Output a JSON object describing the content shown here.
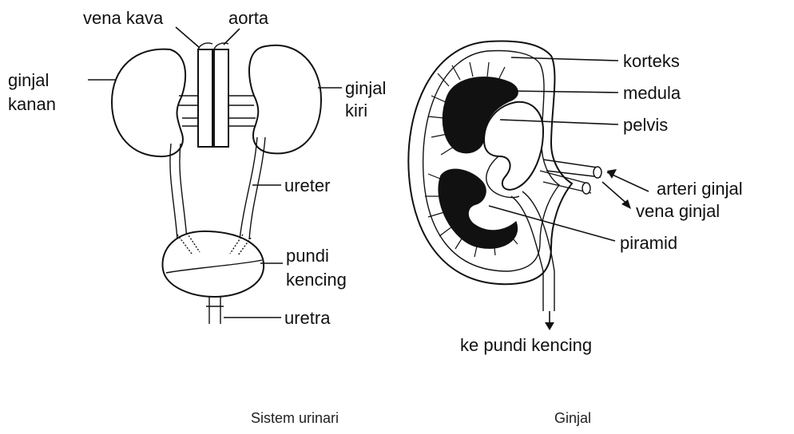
{
  "urinary_system": {
    "vena_kava": "vena kava",
    "aorta": "aorta",
    "ginjal_kanan_line1": "ginjal",
    "ginjal_kanan_line2": "kanan",
    "ginjal_kiri_line1": "ginjal",
    "ginjal_kiri_line2": "kiri",
    "ureter": "ureter",
    "pundi_line1": "pundi",
    "pundi_line2": "kencing",
    "uretra": "uretra",
    "caption": "Sistem urinari"
  },
  "kidney": {
    "korteks": "korteks",
    "medula": "medula",
    "pelvis": "pelvis",
    "arteri_ginjal": "arteri ginjal",
    "vena_ginjal": "vena ginjal",
    "piramid": "piramid",
    "ke_pundi": "ke pundi kencing",
    "caption": "Ginjal"
  }
}
